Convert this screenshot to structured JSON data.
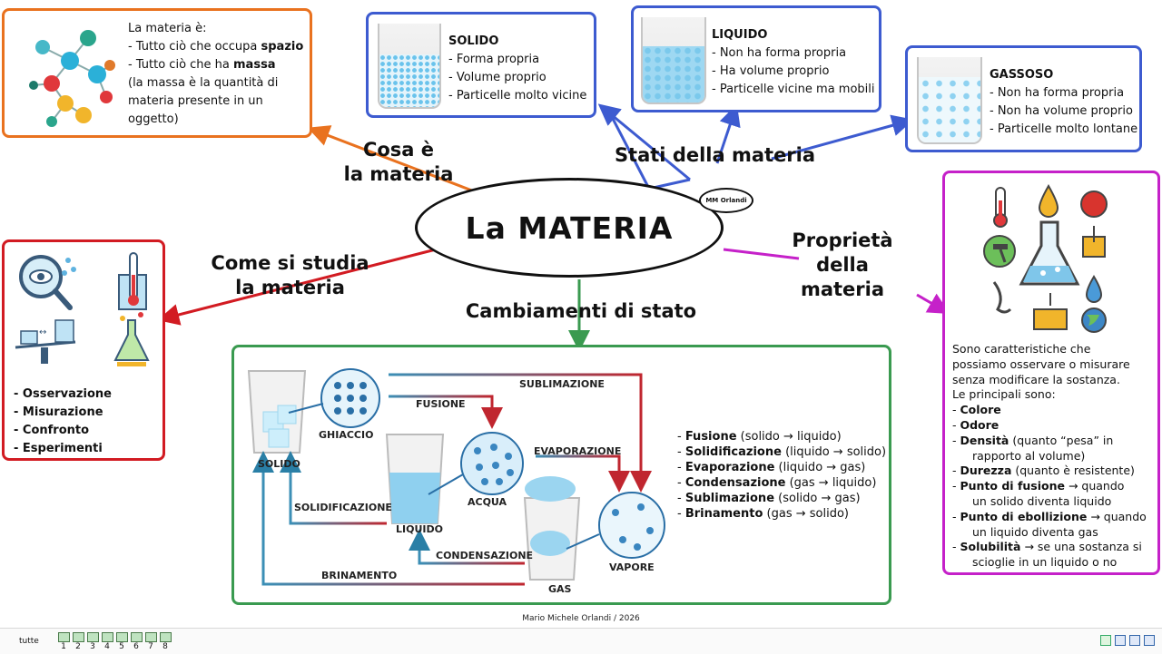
{
  "center": {
    "title": "La MATERIA",
    "badge": "MM Orlandi"
  },
  "branches": {
    "cosa": "Cosa è\nla materia",
    "stati": "Stati della materia",
    "come": "Come si studia\nla materia",
    "cambiamenti": "Cambiamenti di stato",
    "proprieta": "Proprietà\ndella\nmateria"
  },
  "cosa_box": {
    "intro": "La materia è:",
    "line1_pre": "- Tutto ciò che occupa ",
    "line1_bold": "spazio",
    "line2_pre": "- Tutto ciò che ha ",
    "line2_bold": "massa",
    "line3": "(la massa è la quantità di",
    "line4": "materia presente in un",
    "line5": "oggetto)"
  },
  "solido": {
    "title": "SOLIDO",
    "items": [
      "- Forma propria",
      "- Volume proprio",
      "- Particelle molto vicine"
    ]
  },
  "liquido": {
    "title": "LIQUIDO",
    "items": [
      "- Non ha forma propria",
      "- Ha volume proprio",
      "- Particelle vicine ma mobili"
    ]
  },
  "gassoso": {
    "title": "GASSOSO",
    "items": [
      "- Non ha forma propria",
      "- Non ha volume proprio",
      "- Particelle molto lontane"
    ]
  },
  "come_box": {
    "items": [
      "- Osservazione",
      "- Misurazione",
      "- Confronto",
      "- Esperimenti"
    ]
  },
  "diagram": {
    "solido": "SOLIDO",
    "ghiaccio": "GHIACCIO",
    "liquido": "LIQUIDO",
    "acqua": "ACQUA",
    "gas": "GAS",
    "vapore": "VAPORE",
    "fusione": "FUSIONE",
    "sublimazione": "SUBLIMAZIONE",
    "evaporazione": "EVAPORAZIONE",
    "solidificazione": "SOLIDIFICAZIONE",
    "condensazione": "CONDENSAZIONE",
    "brinamento": "BRINAMENTO"
  },
  "cambiamenti_list": [
    {
      "bold": "Fusione",
      "rest": " (solido → liquido)"
    },
    {
      "bold": "Solidificazione",
      "rest": " (liquido → solido)"
    },
    {
      "bold": "Evaporazione",
      "rest": " (liquido → gas)"
    },
    {
      "bold": "Condensazione",
      "rest": " (gas → liquido)"
    },
    {
      "bold": "Sublimazione",
      "rest": " (solido → gas)"
    },
    {
      "bold": "Brinamento",
      "rest": " (gas → solido)"
    }
  ],
  "proprieta_box": {
    "intro": [
      "Sono caratteristiche che",
      "possiamo osservare o misurare",
      "senza modificare la sostanza.",
      "Le principali sono:"
    ],
    "items": [
      {
        "bold": "Colore",
        "rest": "",
        "cont": ""
      },
      {
        "bold": "Odore",
        "rest": "",
        "cont": ""
      },
      {
        "bold": "Densità",
        "rest": " (quanto “pesa” in",
        "cont": "rapporto al volume)"
      },
      {
        "bold": "Durezza",
        "rest": " (quanto è resistente)",
        "cont": ""
      },
      {
        "bold": "Punto di fusione",
        "rest": " → quando",
        "cont": "un solido diventa liquido"
      },
      {
        "bold": "Punto di ebollizione",
        "rest": " → quando",
        "cont": "un liquido diventa gas"
      },
      {
        "bold": "Solubilità",
        "rest": " → se una sostanza si",
        "cont": "scioglie in un liquido o no"
      }
    ]
  },
  "footer": {
    "credit": "Mario Michele Orlandi / 2026",
    "tutte": "tutte",
    "pages": [
      "1",
      "2",
      "3",
      "4",
      "5",
      "6",
      "7",
      "8"
    ]
  },
  "colors": {
    "orange": "#e9721f",
    "blue": "#3d5bd0",
    "red": "#d21b22",
    "green": "#3a9a50",
    "magenta": "#c521c9"
  }
}
